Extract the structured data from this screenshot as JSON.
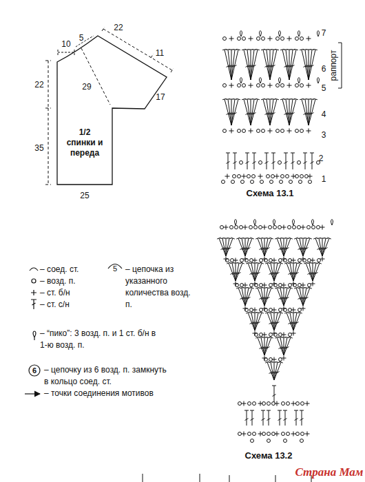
{
  "diagram": {
    "nodes": [
      {
        "text": [
          "1/2 спинки и переда"
        ]
      }
    ],
    "labels": [
      "10",
      "5",
      "22",
      "11",
      "22",
      "29",
      "17",
      "35",
      "25",
      "7",
      "6",
      "раппорт",
      "5",
      "4",
      "3",
      "2",
      "1",
      "Схема 13.1",
      "Схема 13.2",
      "5",
      "6",
      "Страна Мам"
    ],
    "legend": [
      {
        "text": "– соед. ст."
      },
      {
        "text": "– возд. п."
      },
      {
        "text": "– ст. б/н"
      },
      {
        "text": "– ст. с/н"
      },
      {
        "text": "– цепочка из указанного количества возд. п."
      },
      {
        "text": "– “пико”: 3 возд. п. и 1 ст. б/н в 1-ю возд. п."
      },
      {
        "text": "– цепочку из 6 возд. п. замкнуть в кольцо соед. ст."
      },
      {
        "text": "– точки соединения мотивов"
      }
    ]
  }
}
